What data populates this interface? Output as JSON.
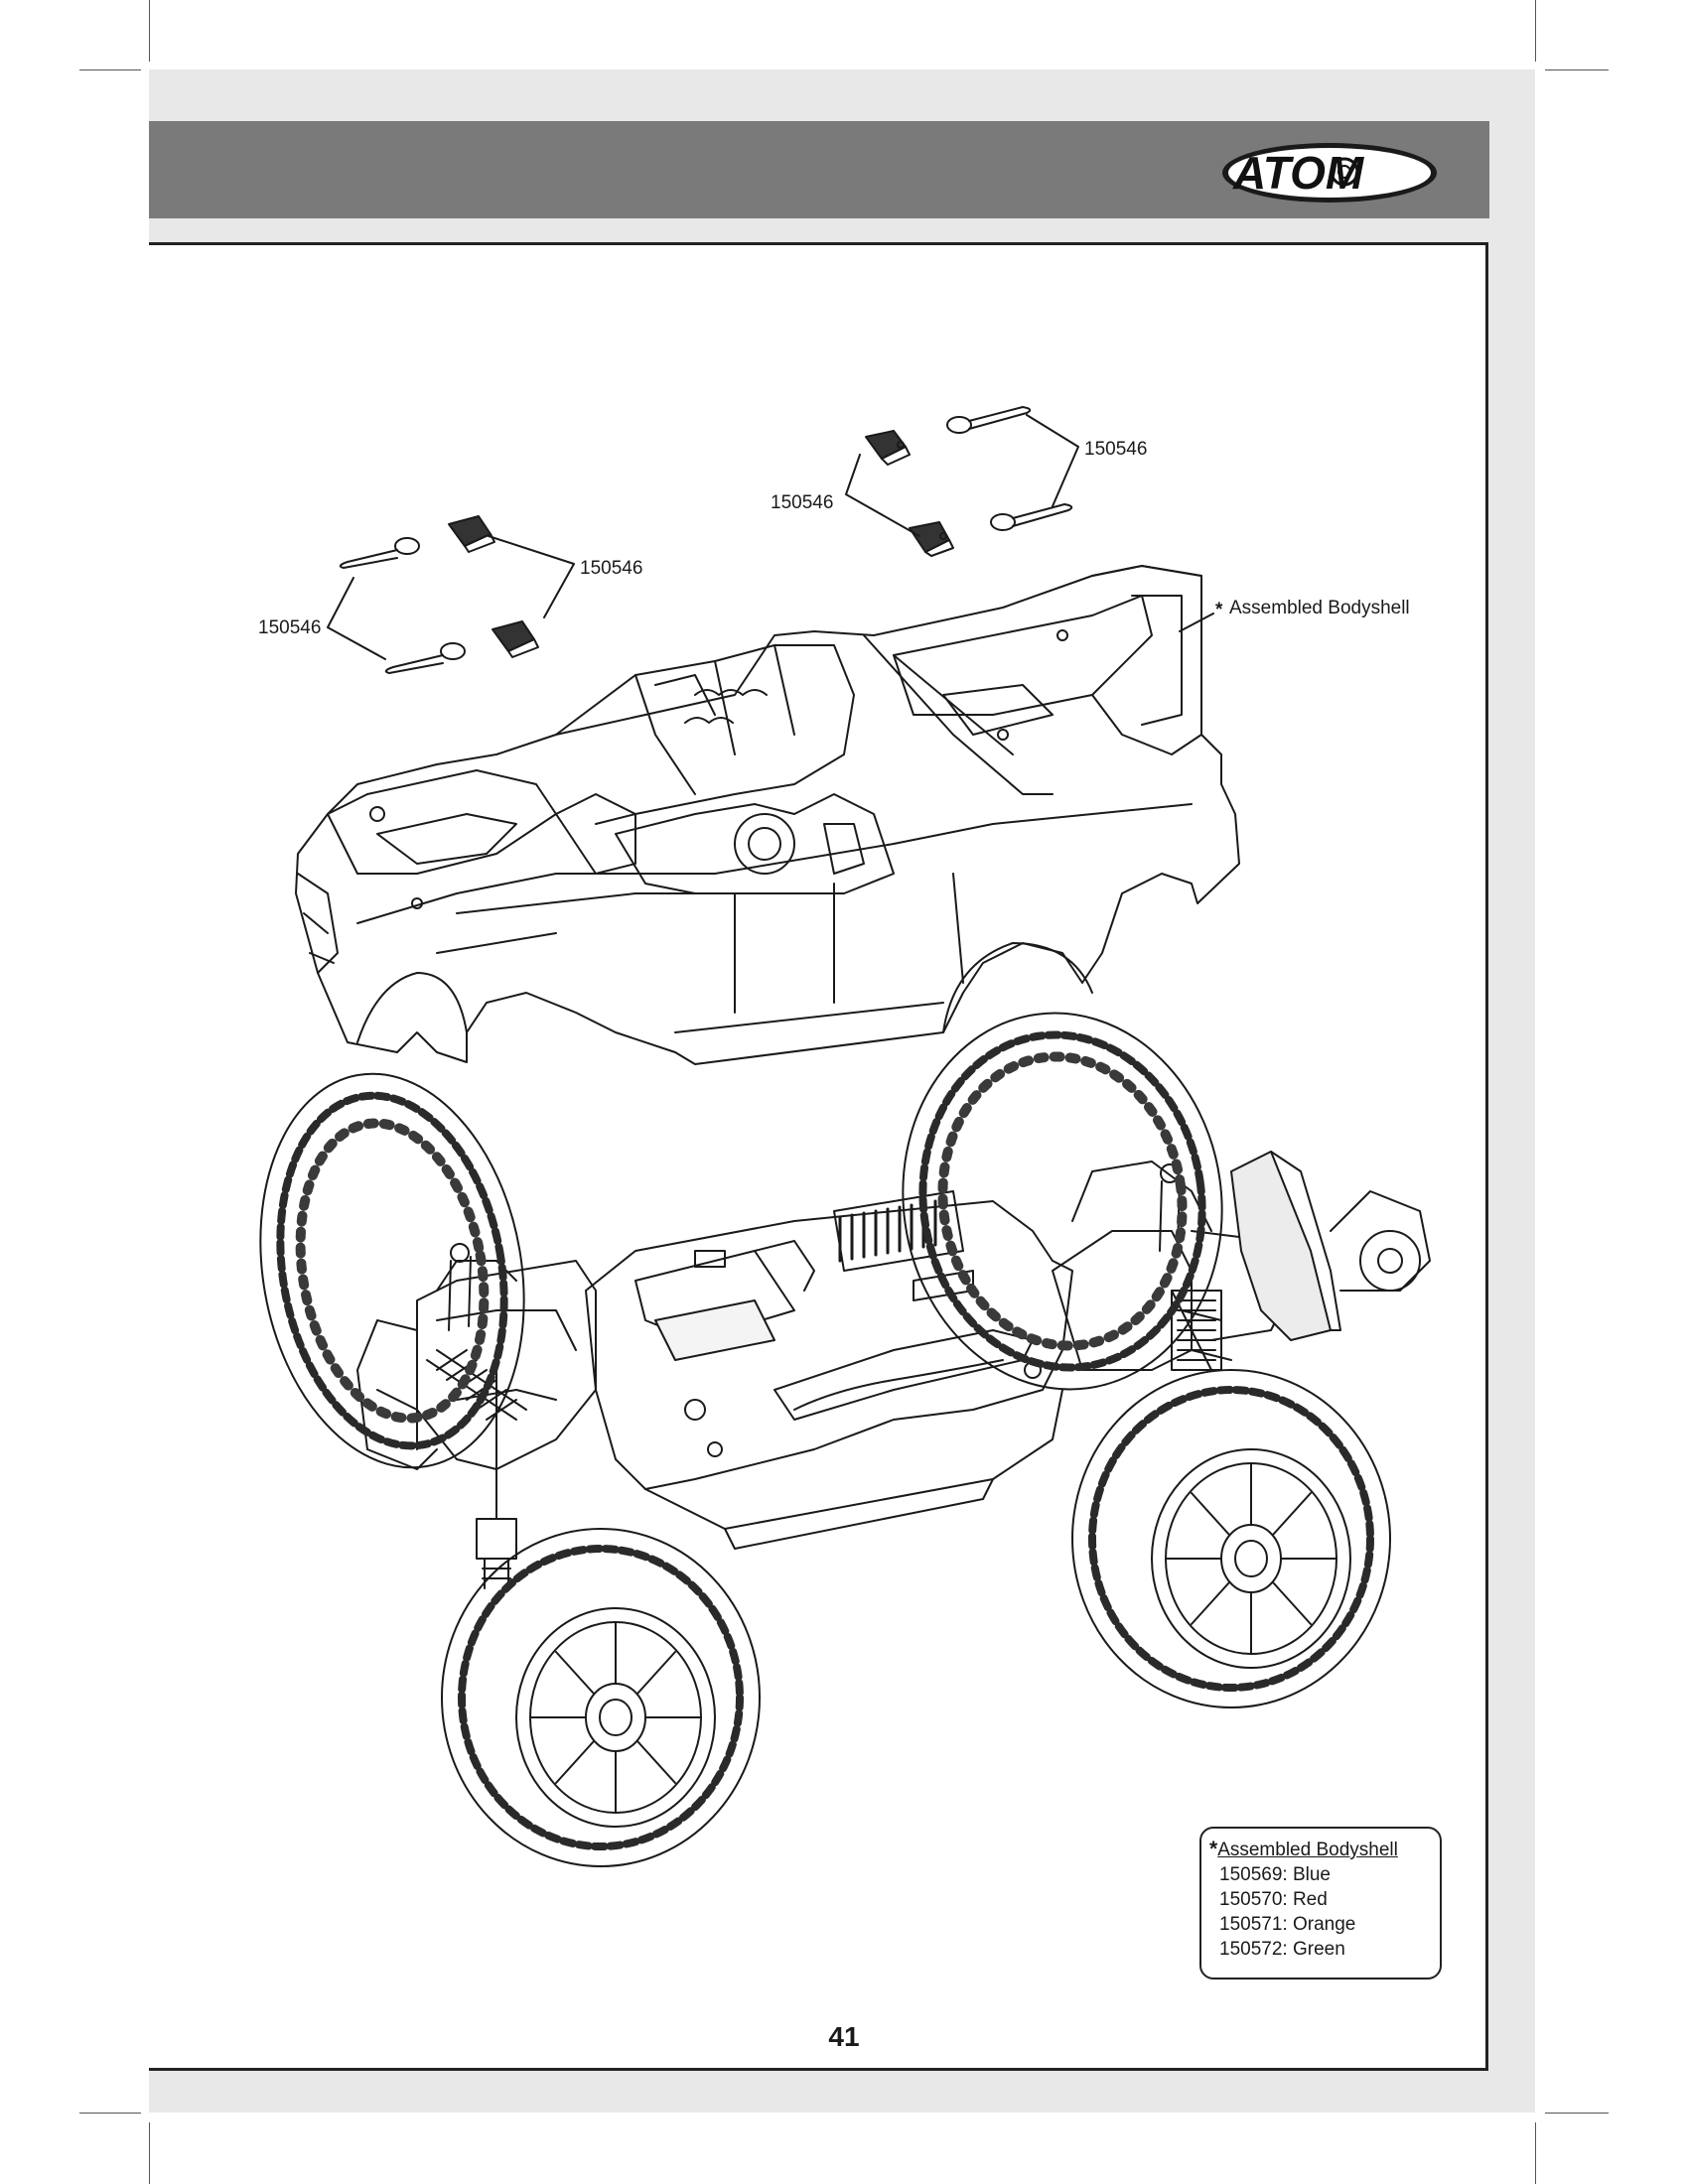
{
  "header": {
    "logo_text": "ATOM"
  },
  "callouts": {
    "clip_top_right": "150546",
    "clip_top_left": "150546",
    "clip_mid_right": "150546",
    "clip_mid_left": "150546",
    "bodyshell": "Assembled Bodyshell",
    "asterisk": "*"
  },
  "legend": {
    "asterisk": "*",
    "title": "Assembled Bodyshell",
    "items": [
      "150569: Blue",
      "150570: Red",
      "150571: Orange",
      "150572: Green"
    ]
  },
  "page_number": "41"
}
